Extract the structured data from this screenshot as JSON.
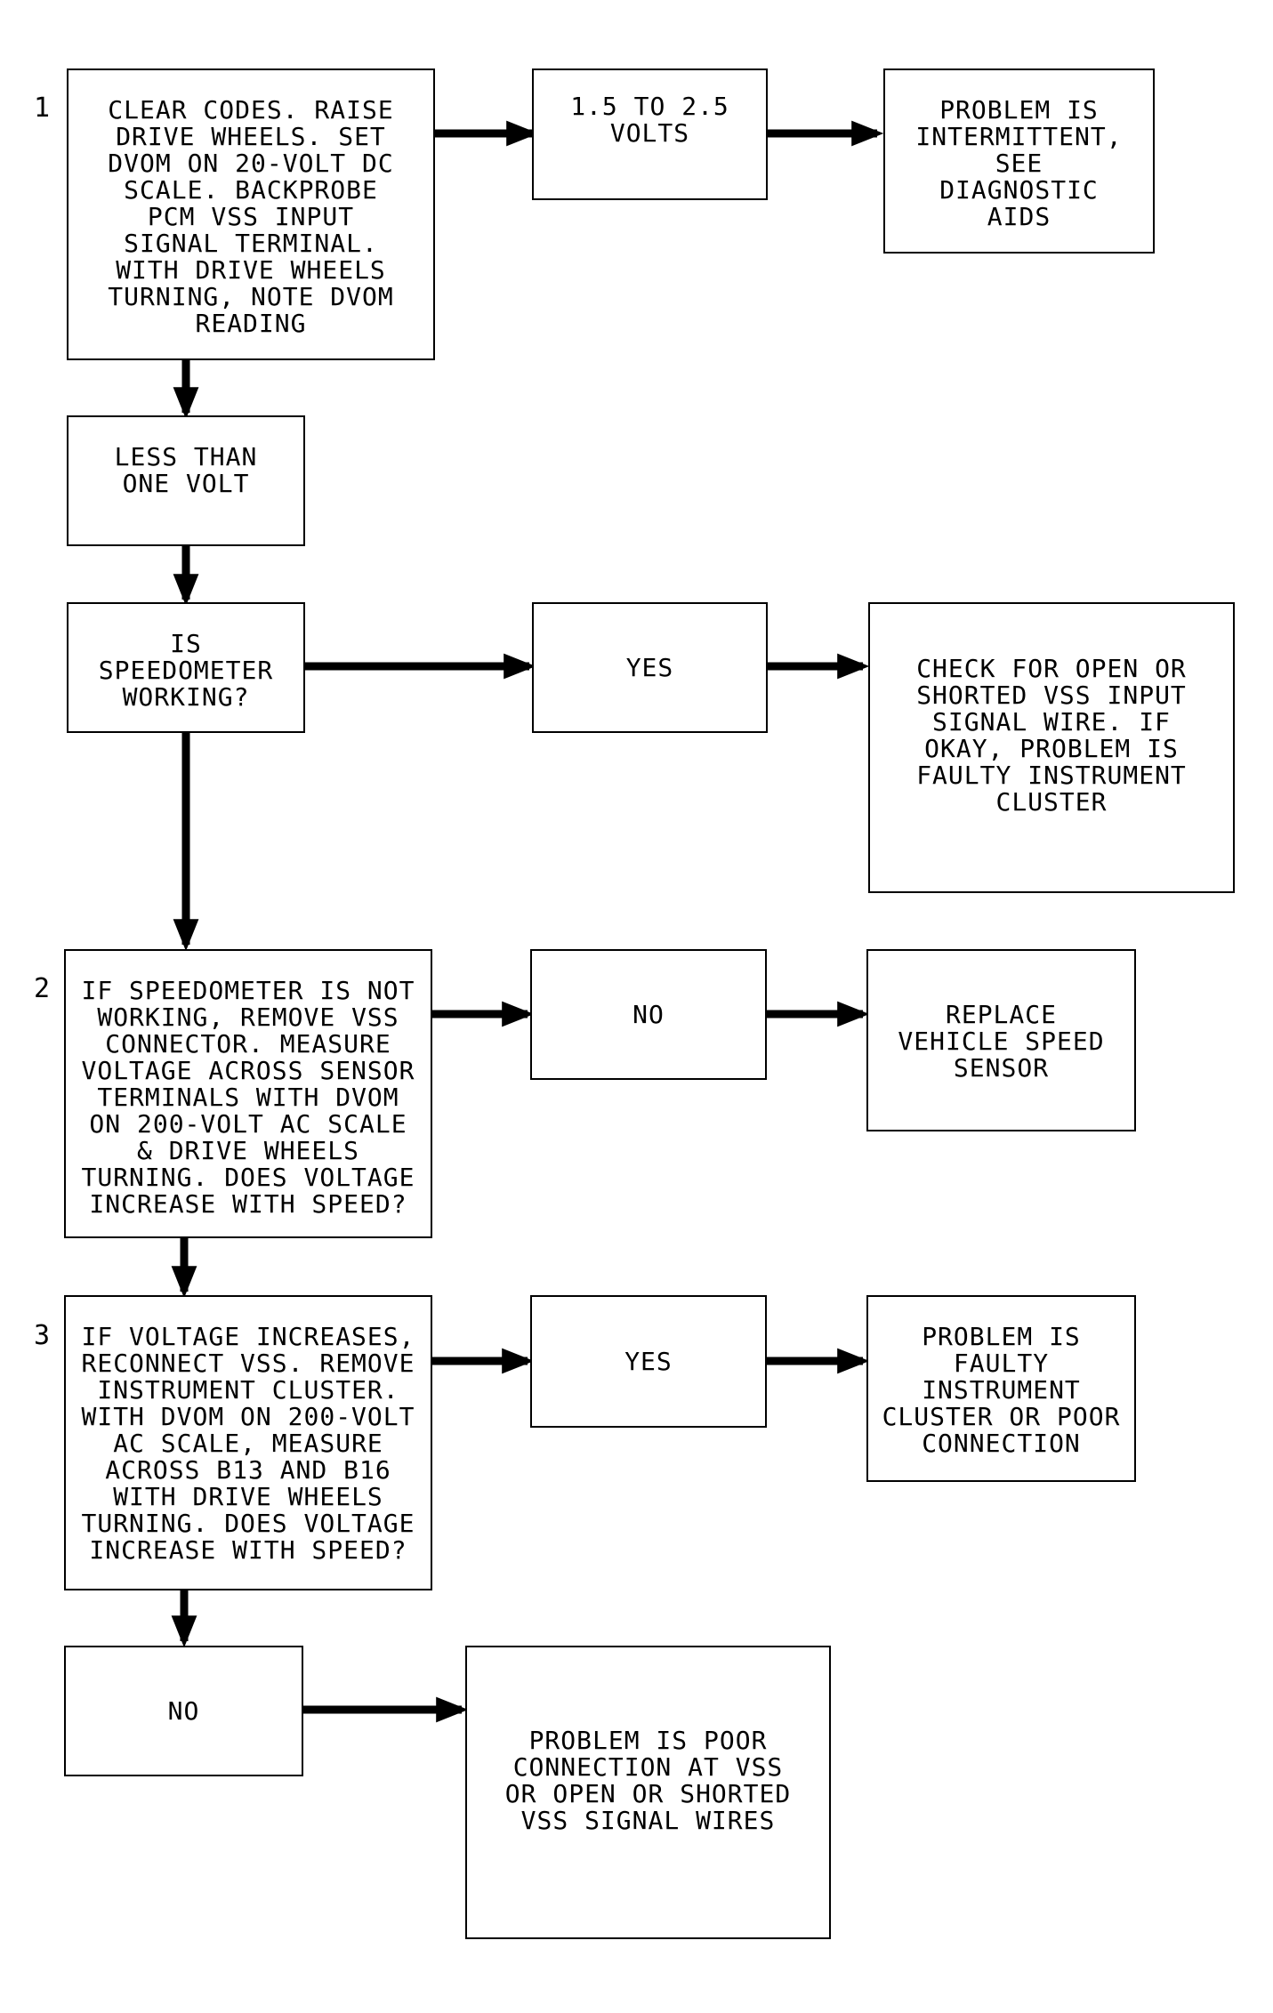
{
  "steps": [
    "1",
    "2",
    "3"
  ],
  "nodes": {
    "b1": "CLEAR CODES. RAISE\nDRIVE WHEELS. SET\nDVOM ON 20-VOLT DC\nSCALE. BACKPROBE\nPCM VSS INPUT\nSIGNAL TERMINAL.\nWITH DRIVE WHEELS\nTURNING, NOTE DVOM\nREADING",
    "b2": "1.5 TO 2.5\nVOLTS",
    "b3": "PROBLEM IS\nINTERMITTENT,\nSEE\nDIAGNOSTIC\nAIDS",
    "b4": "LESS THAN\nONE VOLT",
    "b5": "IS\nSPEEDOMETER\nWORKING?",
    "b6": "YES",
    "b7": "CHECK FOR OPEN OR\nSHORTED VSS INPUT\nSIGNAL WIRE. IF\nOKAY, PROBLEM IS\nFAULTY INSTRUMENT\nCLUSTER",
    "b8": "IF SPEEDOMETER IS NOT\nWORKING, REMOVE VSS\nCONNECTOR. MEASURE\nVOLTAGE ACROSS SENSOR\nTERMINALS WITH DVOM\nON 200-VOLT AC SCALE\n& DRIVE WHEELS\nTURNING. DOES VOLTAGE\nINCREASE WITH SPEED?",
    "b9": "NO",
    "b10": "REPLACE\nVEHICLE SPEED\nSENSOR",
    "b11": "IF VOLTAGE INCREASES,\nRECONNECT VSS. REMOVE\nINSTRUMENT CLUSTER.\nWITH DVOM ON 200-VOLT\nAC SCALE, MEASURE\nACROSS B13 AND B16\nWITH DRIVE WHEELS\nTURNING. DOES VOLTAGE\nINCREASE WITH SPEED?",
    "b12": "YES",
    "b13": "PROBLEM IS\nFAULTY\nINSTRUMENT\nCLUSTER OR POOR\nCONNECTION",
    "b14": "NO",
    "b15": "PROBLEM IS POOR\nCONNECTION AT VSS\nOR OPEN OR SHORTED\nVSS SIGNAL WIRES"
  }
}
